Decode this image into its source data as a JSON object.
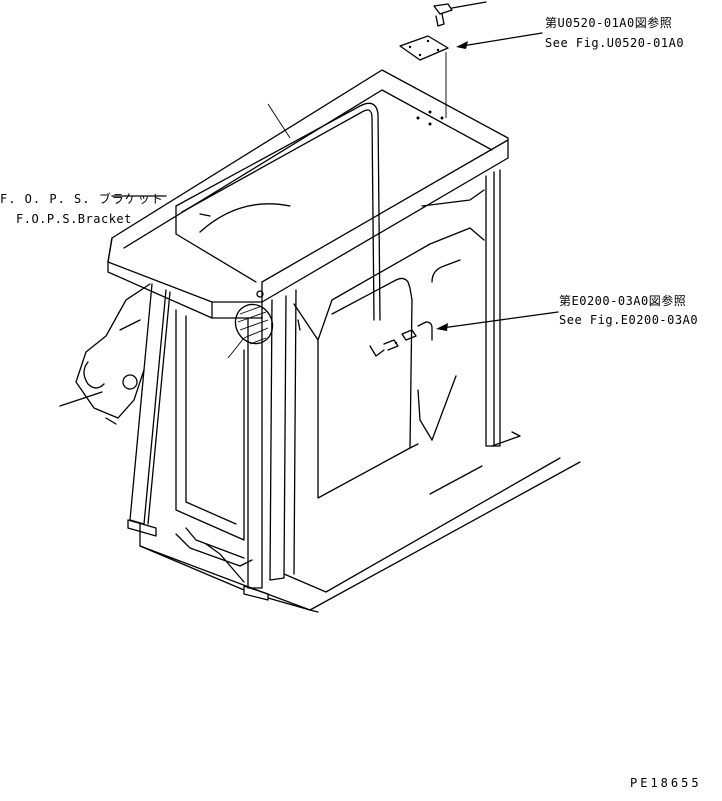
{
  "callouts": {
    "top_ref_jp": "第U0520-01A0図参照",
    "top_ref_en": "See Fig.U0520-01A0",
    "bracket_jp": "F. O. P. S. ブラケット",
    "bracket_en": "F.O.P.S.Bracket",
    "right_ref_jp": "第E0200-03A0図参照",
    "right_ref_en": "See Fig.E0200-03A0"
  },
  "drawing_number": "PE18655"
}
